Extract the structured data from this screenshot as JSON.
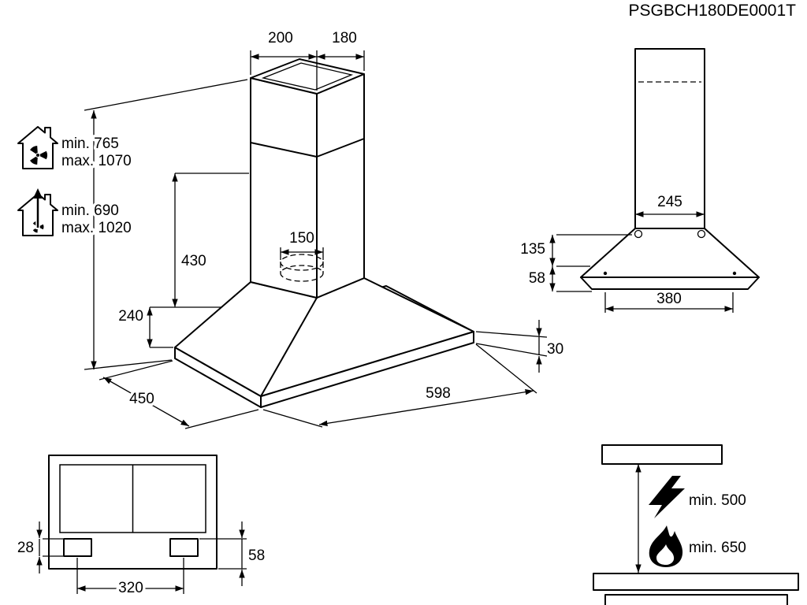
{
  "title": "PSGBCH180DE0001T",
  "perspective": {
    "top_width": "200",
    "top_depth": "180",
    "recirculation": {
      "min": "min. 765",
      "max": "max. 1070"
    },
    "extraction": {
      "min": "min. 690",
      "max": "max. 1020"
    },
    "chimney_height": "430",
    "duct_diameter": "150",
    "body_height": "240",
    "depth": "450",
    "width": "598",
    "rim_height": "30"
  },
  "front": {
    "chimney_width": "245",
    "canopy_height": "135",
    "rim_height": "58",
    "bottom_width": "380"
  },
  "mounting": {
    "bracket_height": "28",
    "bracket_to_bottom": "58",
    "hole_spacing": "320"
  },
  "clearance": {
    "electric_hob": "min. 500",
    "gas_hob": "min. 650"
  },
  "icons": {
    "recirculation": "house-recirculation-fan",
    "extraction": "house-extraction-fan",
    "electric": "lightning-bolt",
    "gas": "flame"
  }
}
